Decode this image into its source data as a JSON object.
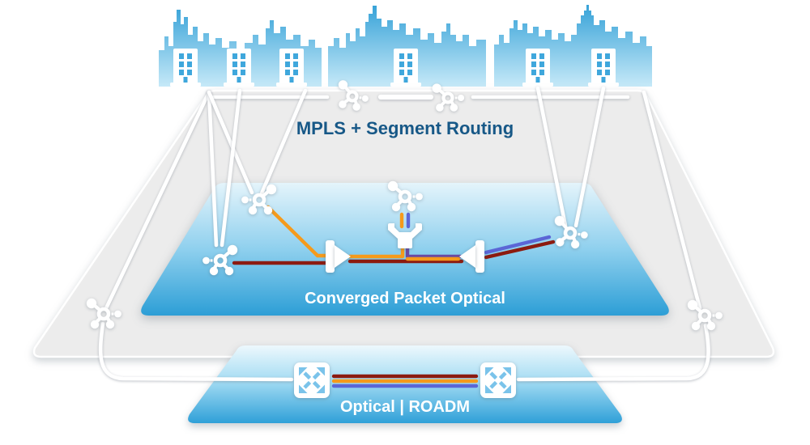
{
  "layers": {
    "mpls": {
      "label": "MPLS + Segment Routing"
    },
    "converged_packet_optical": {
      "label": "Converged Packet Optical"
    },
    "optical_roadm": {
      "label": "Optical | ROADM"
    }
  },
  "colors": {
    "city_top": "#2E9ED6",
    "city_bottom": "#C6E9F8",
    "mpls_layer": "#ECECEC",
    "cpo_top": "#E4F4FB",
    "cpo_mid": "#8FD0EE",
    "cpo_bottom": "#2C9ED6",
    "roadm_top": "#EDF8FD",
    "roadm_mid": "#A5DCF3",
    "roadm_bottom": "#2FA0D8",
    "label_navy": "#175887",
    "label_white": "#FFFFFF",
    "fiber_darkred": "#8C1B10",
    "fiber_orange": "#F59A1B",
    "fiber_purple": "#6B4AA2",
    "fiber_blue": "#5B66D6",
    "connector_white": "#FFFFFF",
    "window_blue": "#3FA7DC",
    "roadm_arrow_blue": "#7AC3EA"
  },
  "icons": {
    "network_node": "network-hub-icon",
    "building": "office-building-icon",
    "roadm_switch": "roadm-crossconnect-icon",
    "amplifier": "optical-amplifier-icon",
    "mux": "wavelength-mux-funnel-icon"
  }
}
